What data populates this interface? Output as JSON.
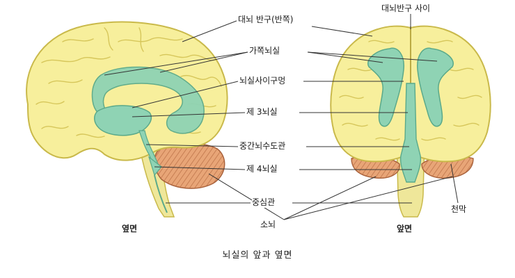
{
  "labels": {
    "hemisphere_half": "대뇌 반구(반쪽)",
    "interhemispheric": "대뇌반구 사이",
    "lateral_ventricle": "가쪽뇌실",
    "interventricular_foramen": "뇌실사이구멍",
    "third_ventricle": "제 3뇌실",
    "cerebral_aqueduct": "중간뇌수도관",
    "fourth_ventricle": "제 4뇌실",
    "central_canal": "중심관",
    "cerebellum": "소뇌",
    "tentorium": "천막"
  },
  "views": {
    "lateral": "옆면",
    "anterior": "앞면"
  },
  "caption": "뇌실의 앞과 옆면",
  "colors": {
    "brain_fill": "#f7ef9c",
    "brain_outline": "#c9b94a",
    "ventricle_fill": "#8fd3b4",
    "ventricle_outline": "#5aa98a",
    "cerebellum_fill": "#e8a577",
    "brainstem_fill": "#efe79a",
    "leader_line": "#333333"
  }
}
